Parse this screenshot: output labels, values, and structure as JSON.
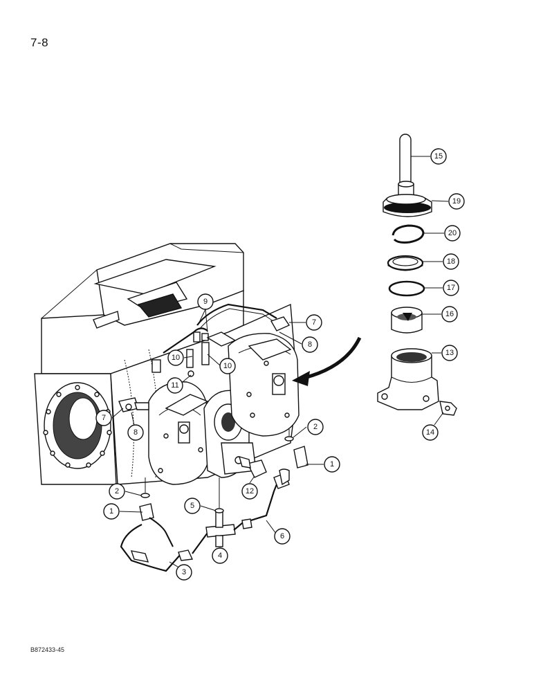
{
  "page": {
    "page_number": "7-8",
    "figure_code": "B872433-45"
  },
  "callouts": [
    {
      "id": "c15",
      "label": "15"
    },
    {
      "id": "c19",
      "label": "19"
    },
    {
      "id": "c20",
      "label": "20"
    },
    {
      "id": "c18",
      "label": "18"
    },
    {
      "id": "c17",
      "label": "17"
    },
    {
      "id": "c16",
      "label": "16"
    },
    {
      "id": "c13",
      "label": "13"
    },
    {
      "id": "c14",
      "label": "14"
    },
    {
      "id": "c9",
      "label": "9"
    },
    {
      "id": "c7a",
      "label": "7"
    },
    {
      "id": "c8a",
      "label": "8"
    },
    {
      "id": "c10a",
      "label": "10"
    },
    {
      "id": "c10b",
      "label": "10"
    },
    {
      "id": "c11",
      "label": "11"
    },
    {
      "id": "c7b",
      "label": "7"
    },
    {
      "id": "c8b",
      "label": "8"
    },
    {
      "id": "c2a",
      "label": "2"
    },
    {
      "id": "c1a",
      "label": "1"
    },
    {
      "id": "c12",
      "label": "12"
    },
    {
      "id": "c2b",
      "label": "2"
    },
    {
      "id": "c1b",
      "label": "1"
    },
    {
      "id": "c5",
      "label": "5"
    },
    {
      "id": "c6",
      "label": "6"
    },
    {
      "id": "c4",
      "label": "4"
    },
    {
      "id": "c3",
      "label": "3"
    }
  ]
}
